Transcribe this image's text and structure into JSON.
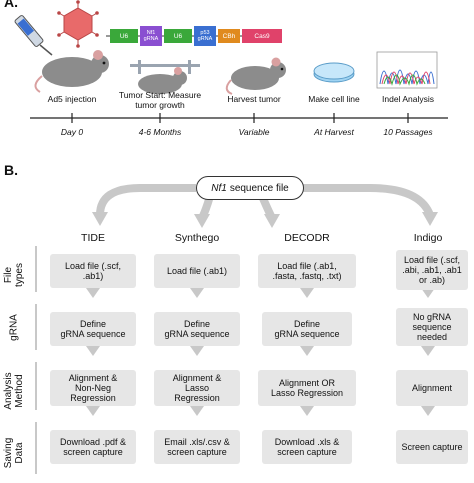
{
  "panels": {
    "a_label": "A.",
    "b_label": "B."
  },
  "construct": {
    "segments": [
      "U6",
      "Nf1 gRNA",
      "U6",
      "p53 gRNA",
      "CBh",
      "Cas9"
    ],
    "colors": {
      "u6": "#3aa83a",
      "grna": "#8a4fd1",
      "cbh": "#e08a1e",
      "cas9": "#e0426a",
      "p53": "#3a6fd1"
    }
  },
  "timeline": {
    "steps": [
      {
        "label": "Ad5 injection",
        "time": "Day 0"
      },
      {
        "label": "Tumor Start: Measure\ntumor growth",
        "time": "4-6 Months"
      },
      {
        "label": "Harvest tumor",
        "time": "Variable"
      },
      {
        "label": "Make cell line",
        "time": "At Harvest"
      },
      {
        "label": "Indel Analysis",
        "time": "10 Passages"
      }
    ]
  },
  "workflow": {
    "source_file": {
      "italic": "Nf1",
      "rest": "sequence file"
    },
    "tools": [
      "TIDE",
      "Synthego",
      "DECODR",
      "Indigo"
    ],
    "row_labels": [
      "File\ntypes",
      "gRNA",
      "Analysis\nMethod",
      "Saving\nData"
    ],
    "rows": [
      [
        "Load file (.scf,\n.ab1)",
        "Load file (.ab1)",
        "Load file (.ab1,\n.fasta, .fastq, .txt)",
        "Load file (.scf,\n.abi, .ab1, .ab1\nor .ab)"
      ],
      [
        "Define\ngRNA sequence",
        "Define\ngRNA sequence",
        "Define\ngRNA sequence",
        "No gRNA\nsequence\nneeded"
      ],
      [
        "Alignment &\nNon-Neg\nRegression",
        "Alignment &\nLasso\nRegression",
        "Alignment OR\nLasso Regression",
        "Alignment"
      ],
      [
        "Download .pdf &\nscreen capture",
        "Email .xls/.csv &\nscreen capture",
        "Download .xls &\nscreen capture",
        "Screen capture"
      ]
    ]
  }
}
